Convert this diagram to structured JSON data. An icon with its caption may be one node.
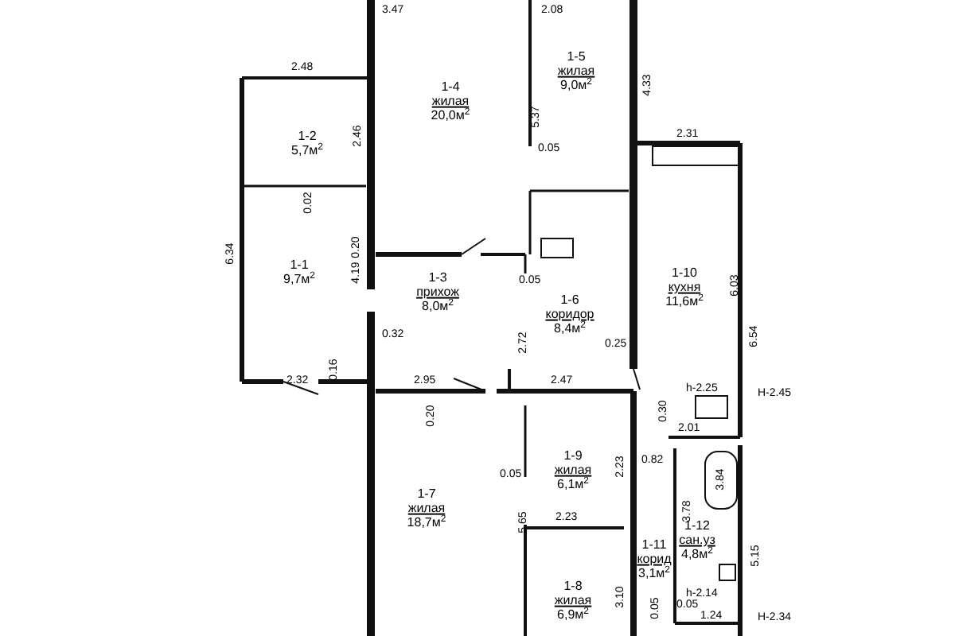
{
  "diagram": {
    "nodes": [
      {
        "text": [
          "1-1",
          "9,7м$^{2}$"
        ]
      },
      {
        "text": [
          "1-2",
          "5,7м$^{2}$"
        ]
      },
      {
        "text": [
          "1-3",
          "прихож",
          "8,0м$^{2}$"
        ]
      },
      {
        "text": [
          "1-4",
          "жилая",
          "20,0м$^{2}$"
        ]
      },
      {
        "text": [
          "1-5",
          "жилая",
          "9,0м$^{2}$"
        ]
      },
      {
        "text": [
          "1-6",
          "коридор",
          "8,4м$^{2}$"
        ]
      },
      {
        "text": [
          "1-7",
          "жилая",
          "18,7м$^{2}$"
        ]
      },
      {
        "text": [
          "1-8",
          "жилая",
          "6,9м$^{2}$"
        ]
      },
      {
        "text": [
          "1-9",
          "жилая",
          "6,1м$^{2}$"
        ]
      },
      {
        "text": [
          "1-10",
          "кухня",
          "11,6м$^{2}$"
        ]
      },
      {
        "text": [
          "1-11",
          "корид",
          "3,1м$^{2}$"
        ]
      },
      {
        "text": [
          "1-12",
          "сан.уз",
          "4,8м$^{2}$"
        ]
      }
    ],
    "labels": [
      "3.47",
      "2.08",
      "2.48",
      "2.46",
      "5.37",
      "4.33",
      "0.05",
      "2.31",
      "0.02",
      "6.34",
      "0.20",
      "4.19",
      "0.05",
      "6.03",
      "6.54",
      "0.32",
      "2.72",
      "0.25",
      "0.16",
      "2.32",
      "2.95",
      "2.47",
      "h-2.25",
      "H-2.45",
      "0.20",
      "0.30",
      "2.01",
      "0.82",
      "2.23",
      "0.05",
      "3.78",
      "3.84",
      "5.65",
      "2.23",
      "5.15",
      "3.10",
      "h-2.14",
      "0.05",
      "0.05",
      "1.24",
      "H-2.34"
    ]
  }
}
